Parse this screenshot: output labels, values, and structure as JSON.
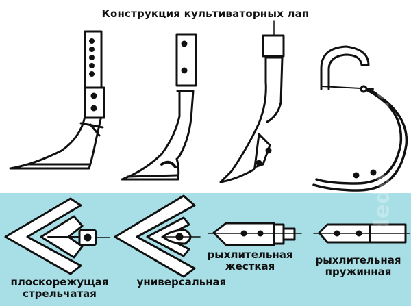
{
  "title": "Конструкция культиваторных лап",
  "colors": {
    "top_background": "#ffffff",
    "bottom_background": "#a8dfe6",
    "ink": "#111111"
  },
  "labels": {
    "flat_cut_line1": "плоскорежущая",
    "flat_cut_line2": "стрельчатая",
    "universal": "универсальная",
    "rigid_line1": "рыхлительная",
    "rigid_line2": "жесткая",
    "spring_line1": "рыхлительная",
    "spring_line2": "пружинная"
  },
  "watermark": "dedovasinfo"
}
